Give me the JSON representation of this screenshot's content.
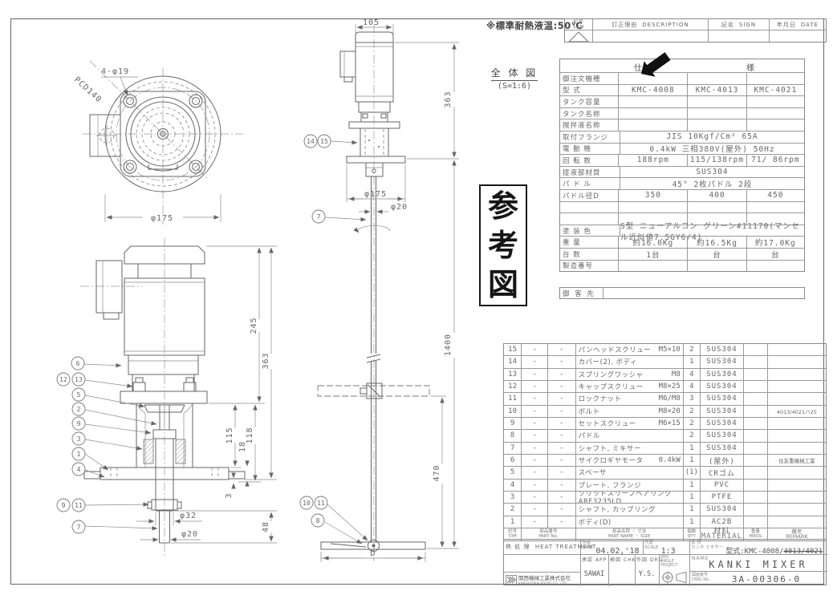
{
  "page": {
    "top_note": "※標準耐熱液温:50℃",
    "overall_view": {
      "title": "全 体 図",
      "scale": "(S=1:6)"
    },
    "stamp": {
      "char1": "参",
      "char2": "考",
      "char3": "図"
    }
  },
  "revision": {
    "sym_jp": "記号",
    "sym_en": "SYM",
    "desc_jp": "訂正理由",
    "desc_en": "DESCRIPTION",
    "sign_jp": "記名",
    "sign_en": "SIGN",
    "date_jp": "年月日",
    "date_en": "DATE"
  },
  "spec": {
    "title_l": "仕",
    "title_r": "様",
    "rows": [
      {
        "label": "御注文機種",
        "c1": "",
        "c2": "",
        "c3": ""
      },
      {
        "label": "型   式",
        "c1": "KMC-4008",
        "c2": "KMC-4013",
        "c3": "KMC-4021"
      },
      {
        "label": "タンク容量",
        "c1": "",
        "c2": "",
        "c3": ""
      },
      {
        "label": "タンク名称",
        "c1": "",
        "c2": "",
        "c3": ""
      },
      {
        "label": "撹拌液名称",
        "c1": "",
        "c2": "",
        "c3": ""
      },
      {
        "label": "取付フランジ",
        "span": "JIS 10Kgf/Cm² 65A"
      },
      {
        "label": "電 動 機",
        "span": "0.4kW 三相380V(屋外) 50Hz"
      },
      {
        "label": "回 転 数",
        "c1": "188rpm",
        "c2": "115/138rpm",
        "c3": "71/ 86rpm"
      },
      {
        "label": "接液部材質",
        "span": "SUS304"
      },
      {
        "label": "パ ド ル",
        "span": "45° 2枚パドル 2段"
      },
      {
        "label": "パドル径D",
        "c1": "350",
        "c2": "400",
        "c3": "450"
      },
      {
        "label": "",
        "c1": "",
        "c2": "",
        "c3": ""
      },
      {
        "label": "",
        "c1": "",
        "c2": "",
        "c3": ""
      },
      {
        "label": "塗 装 色",
        "span": "S型 ニューアルコン グリーン#11170(マンセル近似値7.5GY6/4)"
      },
      {
        "label": "重   量",
        "c1": "約16.0Kg",
        "c2": "約16.5Kg",
        "c3": "約17.0Kg"
      },
      {
        "label": "台   数",
        "c1": "1台",
        "c2": "台",
        "c3": "台"
      },
      {
        "label": "製造番号",
        "c1": "",
        "c2": "",
        "c3": ""
      }
    ],
    "customer_label": "御 客 先",
    "customer_value": ""
  },
  "parts": {
    "header": {
      "sym_jp": "記号",
      "sym_en": "SYM",
      "no_jp": "部品番号",
      "no_en": "PART No.",
      "name_jp": "部品名称 ・ 寸法",
      "name_en": "PART NAME ・ SIZE",
      "qty_jp": "個数",
      "qty_en": "QTY",
      "mat_jp": "材料",
      "mat_en": "MATERIAL",
      "mass_jp": "重量",
      "mass_en": "MASS",
      "rem_jp": "備考",
      "rem_en": "REMARK"
    },
    "rows": [
      {
        "sym": "15",
        "no1": "-",
        "no2": "-",
        "name": "パンヘッドスクリュー",
        "size": "M5×10",
        "qty": "2",
        "material": "SUS304",
        "mass": "",
        "remark": ""
      },
      {
        "sym": "14",
        "no1": "-",
        "no2": "-",
        "name": "カバー(2), ボディ",
        "size": "",
        "qty": "1",
        "material": "SUS304",
        "mass": "",
        "remark": ""
      },
      {
        "sym": "13",
        "no1": "-",
        "no2": "-",
        "name": "スプリングワッシャ",
        "size": "M8",
        "qty": "4",
        "material": "SUS304",
        "mass": "",
        "remark": ""
      },
      {
        "sym": "12",
        "no1": "-",
        "no2": "-",
        "name": "キャップスクリュー",
        "size": "M8×25",
        "qty": "4",
        "material": "SUS304",
        "mass": "",
        "remark": ""
      },
      {
        "sym": "11",
        "no1": "-",
        "no2": "-",
        "name": "ロックナット",
        "size": "M6/M8",
        "qty": "3",
        "material": "SUS304",
        "mass": "",
        "remark": ""
      },
      {
        "sym": "10",
        "no1": "-",
        "no2": "-",
        "name": "ボルト",
        "size": "M8×20",
        "qty": "2",
        "material": "SUS304",
        "mass": "",
        "remark": "4013/4021ハ25"
      },
      {
        "sym": "9",
        "no1": "-",
        "no2": "-",
        "name": "セットスクリュー",
        "size": "M6×15",
        "qty": "2",
        "material": "SUS304",
        "mass": "",
        "remark": ""
      },
      {
        "sym": "8",
        "no1": "-",
        "no2": "-",
        "name": "パドル",
        "size": "",
        "qty": "2",
        "material": "SUS304",
        "mass": "",
        "remark": ""
      },
      {
        "sym": "7",
        "no1": "-",
        "no2": "-",
        "name": "シャフト, ミキサー",
        "size": "",
        "qty": "1",
        "material": "SUS304",
        "mass": "",
        "remark": ""
      },
      {
        "sym": "6",
        "no1": "-",
        "no2": "-",
        "name": "サイクロギヤモータ",
        "size": "0.4kW",
        "qty": "1",
        "material": "(屋外)",
        "mass": "",
        "remark": "住友重機械工業"
      },
      {
        "sym": "5",
        "no1": "-",
        "no2": "-",
        "name": "スペーサ",
        "size": "",
        "qty": "(1)",
        "material": "CRゴム",
        "mass": "",
        "remark": ""
      },
      {
        "sym": "4",
        "no1": "-",
        "no2": "-",
        "name": "プレート, フランジ",
        "size": "",
        "qty": "1",
        "material": "PVC",
        "mass": "",
        "remark": ""
      },
      {
        "sym": "3",
        "no1": "-",
        "no2": "-",
        "name": "ソリッドスリーブベアリング ARF3235LD",
        "size": "",
        "qty": "1",
        "material": "PTFE",
        "mass": "",
        "remark": ""
      },
      {
        "sym": "2",
        "no1": "-",
        "no2": "-",
        "name": "シャフト, カップリング",
        "size": "",
        "qty": "1",
        "material": "SUS304",
        "mass": "",
        "remark": ""
      },
      {
        "sym": "1",
        "no1": "-",
        "no2": "-",
        "name": "ボディ(D)",
        "size": "",
        "qty": "1",
        "material": "AC2B",
        "mass": "",
        "remark": ""
      }
    ]
  },
  "titleblock": {
    "heat_jp": "熱 処 理",
    "heat_en": "HEAT TREATMENT",
    "date_jp": "作成",
    "date_en": "DATE",
    "date_value": "04.02,'18",
    "scale_jp": "尺度",
    "scale_en": "SCALE",
    "scale_value": "1:3",
    "name_jp": "名 称",
    "name_sub": "カンキ ミキサー",
    "model_prefix": "型式:KMC-4008/",
    "model_struck": "4013/4021",
    "app_jp": "承認",
    "app_en": "APP",
    "app_value": "SAWAI",
    "chk_jp": "検図",
    "chk_en": "CHK",
    "chk_value": "",
    "drg_jp": "作図",
    "drg_en": "DRG",
    "drg_value": "Y.S.",
    "proj_l1": "3RD",
    "proj_l2": "ANGLE",
    "proj_l3": "PROJECT.",
    "name_label": "NAME",
    "name_value": "KANKI MIXER",
    "dwg_jp": "図面番号",
    "dwg_en": "DWG No.",
    "dwg_value": "3A-00306-0",
    "company_jp": "関西機械工業株式会社",
    "company_en": "KANSAI KIKAI KOGYO CO., LTD."
  },
  "dims": {
    "flange_holes": "4-φ19",
    "flange_pcd": "PCD140",
    "flange_od": "φ175",
    "ov_width": "105",
    "ov_motor_h": "363",
    "ov_flange": "φ175",
    "ov_shaft": "φ20",
    "ov_len": "1400",
    "ov_lower": "470",
    "ov_paddle": "D",
    "dv_motor": "245",
    "dv_total": "363",
    "dv_a": "115",
    "dv_b": "18",
    "dv_c": "118",
    "dv_d": "3",
    "dv_e": "48",
    "dv_sleeve": "φ32",
    "dv_shaft": "φ20"
  },
  "balloons": {
    "b14": "14",
    "b15": "15",
    "b7": "7",
    "b10": "10",
    "b11": "11",
    "b8": "8",
    "d6": "6",
    "d12": "12",
    "d13": "13",
    "d5": "5",
    "d2": "2",
    "d9": "9",
    "d3": "3",
    "d1": "1",
    "d4": "4",
    "d9b": "9",
    "d11b": "11",
    "d7": "7"
  },
  "colors": {
    "line": "#666666",
    "stamp": "#151515",
    "arrow": "#111111"
  }
}
